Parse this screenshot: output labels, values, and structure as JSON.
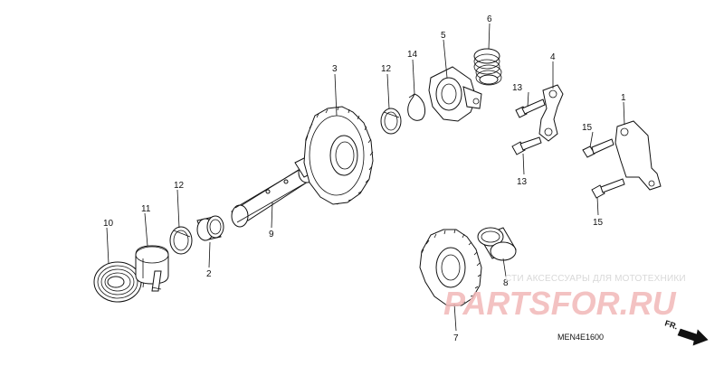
{
  "callouts": {
    "c1": "1",
    "c2": "2",
    "c3": "3",
    "c4": "4",
    "c5": "5",
    "c6": "6",
    "c7": "7",
    "c8": "8",
    "c9": "9",
    "c10": "10",
    "c11": "11",
    "c12a": "12",
    "c12b": "12",
    "c13a": "13",
    "c13b": "13",
    "c14": "14",
    "c15a": "15",
    "c15b": "15"
  },
  "diagram_code": "MEN4E1600",
  "direction_label": "FR.",
  "watermark": {
    "top_text": "СТИ АКСЕССУАРЫ ДЛЯ МОТОТЕХНИКИ",
    "logo_text": "PARTSFOR.RU",
    "logo_color": "#e87a7a"
  },
  "colors": {
    "line": "#111111",
    "background": "#ffffff"
  }
}
